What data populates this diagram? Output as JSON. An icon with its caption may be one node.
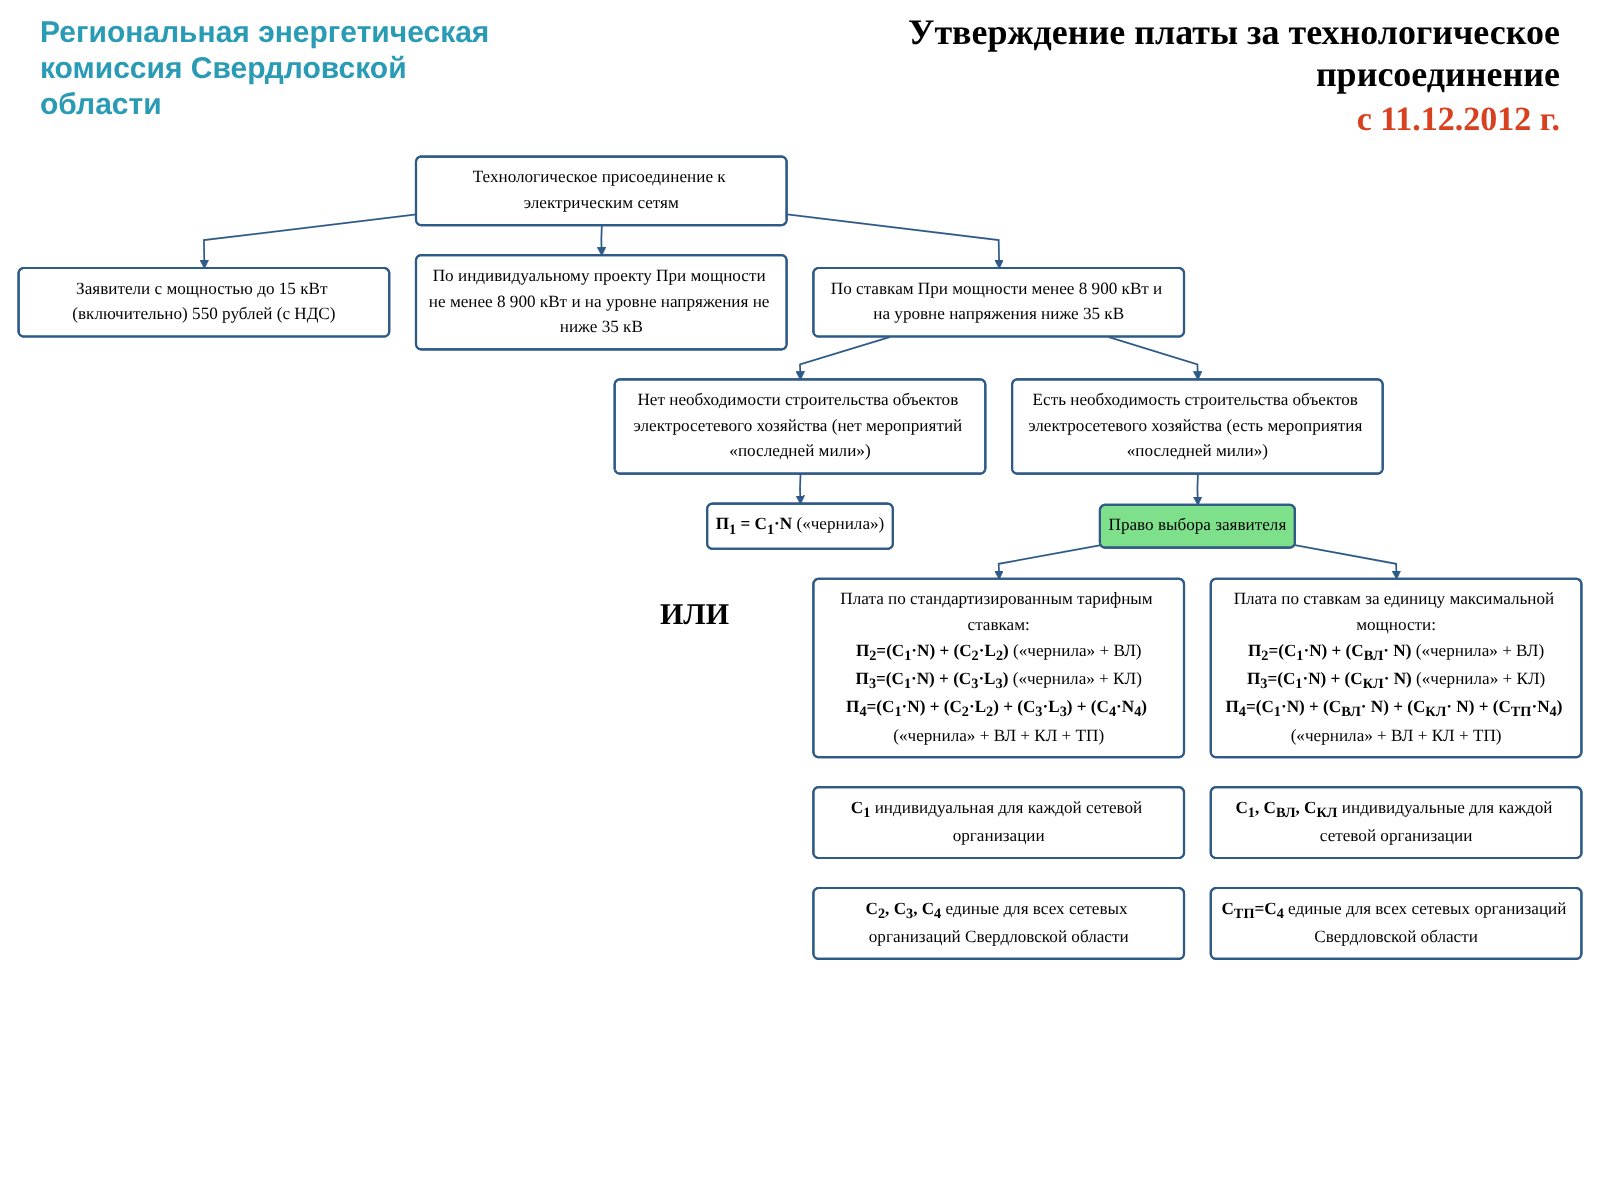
{
  "diagram": {
    "title": "Утверждение платы за технологическое присоединение",
    "nodes": [
      {
        "text": [
          "Технологическое присоединение к электрическим сетям"
        ]
      },
      {
        "text": [
          "Заявители с мощностью до 15 кВт (включительно) 550 рублей (с НДС)"
        ]
      },
      {
        "text": [
          "По индивидуальному проекту При мощности не менее 8 900 кВт и на уровне напряжения не ниже 35 кВ"
        ]
      },
      {
        "text": [
          "По ставкам При мощности менее 8 900 кВт и на уровне напряжения ниже 35 кВ"
        ]
      },
      {
        "text": [
          "Нет необходимости строительства объектов электросетевого хозяйства (нет мероприятий «последней мили»)"
        ]
      },
      {
        "text": [
          "Есть необходимость строительства объектов электросетевого хозяйства (есть мероприятия «последней мили»)"
        ]
      },
      {
        "text": [
          "**П$_{1}$ = C$_{1}$·N** («чернила»)"
        ]
      },
      {
        "text": [
          "Право выбора заявителя"
        ]
      },
      {
        "text": [
          "Плата по стандартизированным тарифным ставкам:",
          "**П$_{2}$=(C$_{1}$·N) + (C$_{2}$·L$_{2}$)** («чернила» + ВЛ)",
          "**П$_{3}$=(C$_{1}$·N) + (C$_{3}$·L$_{3}$)** («чернила» + КЛ)",
          "**П$_{4}$=(C$_{1}$·N) + (C$_{2}$·L$_{2}$) + (C$_{3}$·L$_{3}$) + (C$_{4}$·N$_{4}$)** («чернила» + ВЛ + КЛ + ТП)"
        ]
      },
      {
        "text": [
          "Плата по ставкам за единицу максимальной мощности:",
          "**П$_{2}$=(C$_{1}$·N) + (C$_{ВЛ}$· N)** («чернила» + ВЛ)",
          "**П$_{3}$=(C$_{1}$·N) + (C$_{КЛ}$· N)** («чернила» + КЛ)",
          "**П$_{4}$=(C$_{1}$·N) + (C$_{ВЛ}$· N) + (C$_{КЛ}$· N) + (C$_{ТП}$·N$_{4}$)** («чернила» + ВЛ + КЛ + ТП)"
        ]
      },
      {
        "text": [
          "**C$_{1}$** индивидуальная для каждой сетевой организации"
        ]
      },
      {
        "text": [
          "**C$_{1}$, C$_{ВЛ}$, C$_{КЛ}$** индивидуальные для каждой сетевой организации"
        ]
      },
      {
        "text": [
          "**C$_{2}$, C$_{3}$, C$_{4}$** единые для всех сетевых организаций Свердловской области"
        ]
      },
      {
        "text": [
          "**C$_{ТП}$=C$_{4}$** единые для всех сетевых организаций Свердловской области"
        ]
      }
    ],
    "edges": [
      {
        "from": 0,
        "to": 1,
        "arrow": "to"
      },
      {
        "from": 0,
        "to": 2,
        "arrow": "to"
      },
      {
        "from": 0,
        "to": 3,
        "arrow": "to"
      },
      {
        "from": 3,
        "to": 4,
        "arrow": "to"
      },
      {
        "from": 3,
        "to": 5,
        "arrow": "to"
      },
      {
        "from": 4,
        "to": 6,
        "arrow": "to"
      },
      {
        "from": 5,
        "to": 7,
        "arrow": "to"
      },
      {
        "from": 7,
        "to": 8,
        "arrow": "to"
      },
      {
        "from": 7,
        "to": 9,
        "arrow": "to"
      }
    ],
    "labels": [
      "Региональная энергетическая комиссия Свердловской области",
      "с 11.12.2012 г.",
      "ИЛИ"
    ]
  }
}
